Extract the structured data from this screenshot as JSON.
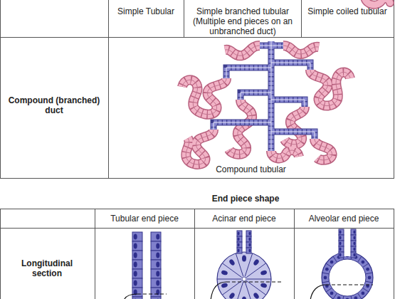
{
  "diagram": {
    "labels": [
      "Simple Tubular",
      "Simple branched tubular (Multiple end pieces on an unbranched duct)",
      "Simple coiled tubular",
      "Compound (branched) duct",
      "Compound tubular",
      "End piece shape",
      "Tubular end piece",
      "Acinar end piece",
      "Alveolar end piece",
      "Longitudinal section"
    ]
  }
}
